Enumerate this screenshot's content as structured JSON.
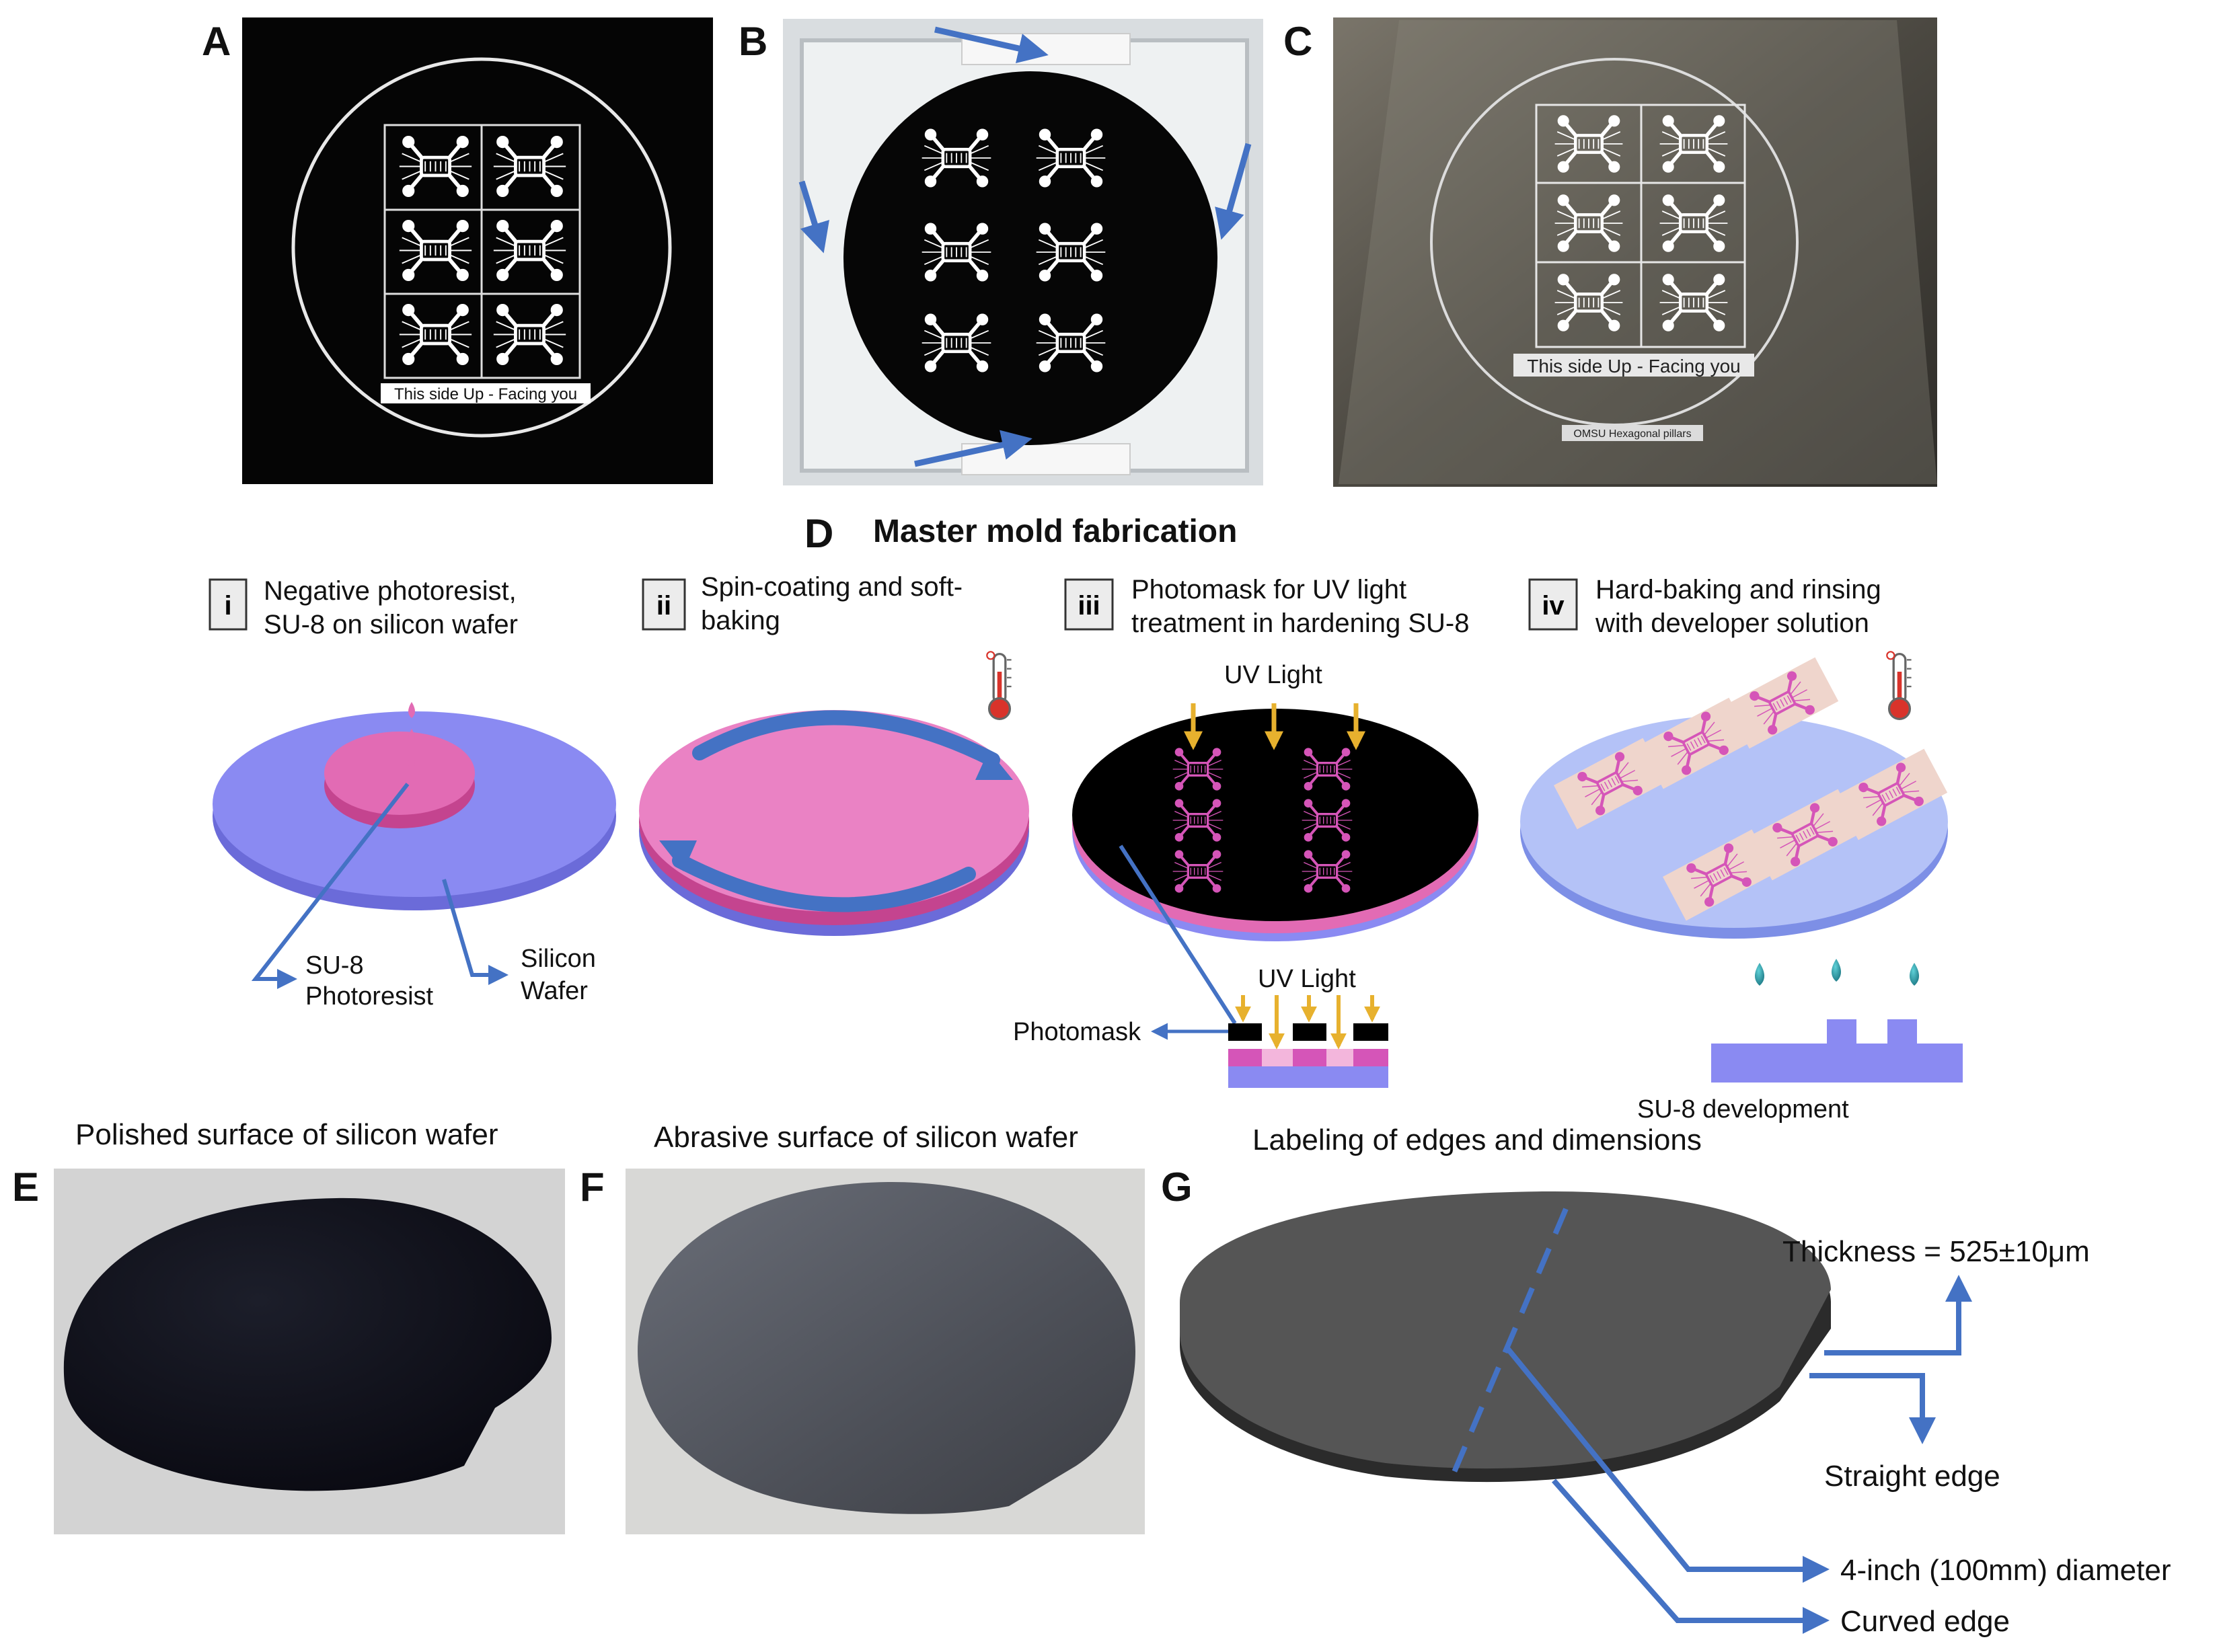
{
  "panels": {
    "A": {
      "label": "A",
      "mask_text": "This side Up - Facing you"
    },
    "B": {
      "label": "B"
    },
    "C": {
      "label": "C",
      "mask_text": "This side Up - Facing you",
      "corner_label": "OMSU Hexagonal pillars"
    },
    "D": {
      "label": "D",
      "title": "Master mold fabrication",
      "steps": [
        {
          "num": "i",
          "line1": "Negative photoresist,",
          "line2": "SU-8 on silicon wafer"
        },
        {
          "num": "ii",
          "line1": "Spin-coating and soft-",
          "line2": "baking"
        },
        {
          "num": "iii",
          "line1": "Photomask for UV light",
          "line2": "treatment in hardening SU-8"
        },
        {
          "num": "iv",
          "line1": "Hard-baking  and rinsing",
          "line2": "with developer solution"
        }
      ],
      "callouts": {
        "su8_line1": "SU-8",
        "su8_line2": "Photoresist",
        "wafer_line1": "Silicon",
        "wafer_line2": "Wafer",
        "uv_light_top": "UV Light",
        "uv_light_inset": "UV Light",
        "photomask": "Photomask",
        "development": "SU-8 development"
      }
    },
    "E": {
      "label": "E",
      "caption": "Polished surface of silicon wafer"
    },
    "F": {
      "label": "F",
      "caption": "Abrasive surface of silicon wafer"
    },
    "G": {
      "label": "G",
      "caption": "Labeling of edges and dimensions",
      "thickness": "Thickness = 525±10μm",
      "straight_edge": "Straight edge",
      "diameter": "4-inch (100mm) diameter",
      "curved_edge": "Curved edge"
    }
  },
  "colors": {
    "arrow_blue": "#4472c4",
    "wafer_blue": "#8a8af2",
    "su8_pink": "#e26bb4",
    "uv_yellow": "#e7b12e",
    "mask_black": "#000000"
  }
}
